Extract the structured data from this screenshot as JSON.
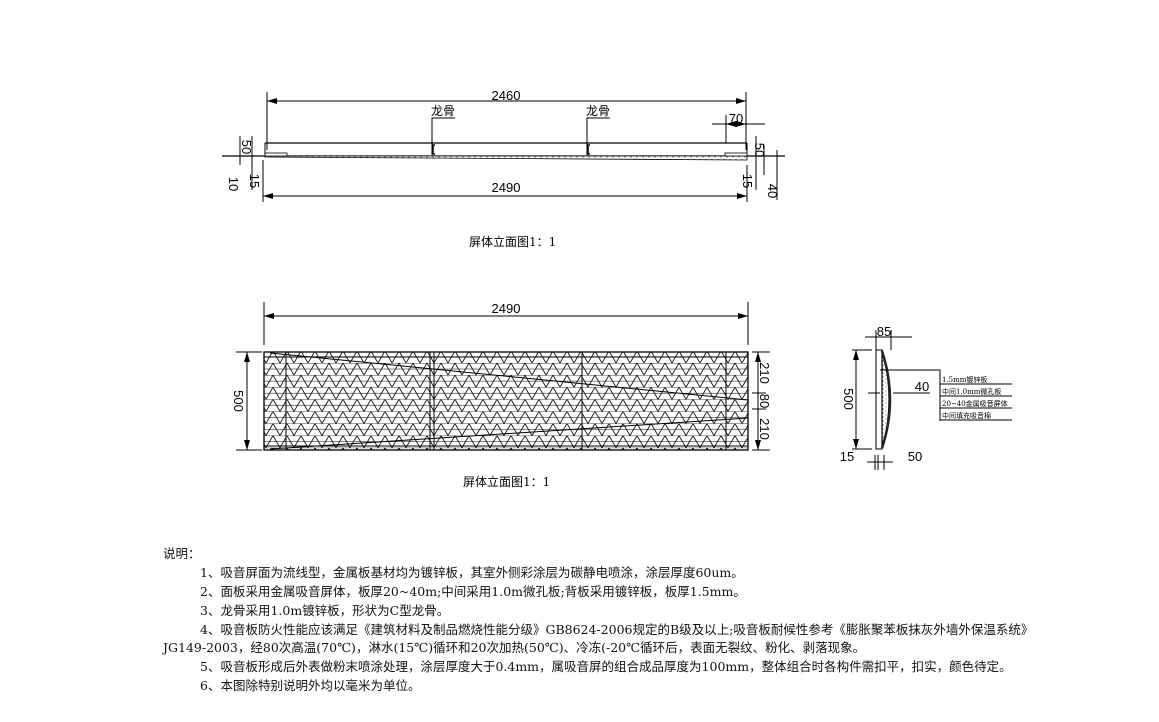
{
  "elevation_top": {
    "dim_top": "2460",
    "dim_bottom": "2490",
    "keel_label_1": "龙骨",
    "keel_label_2": "龙骨",
    "dim_left_50": "50",
    "dim_left_10": "10",
    "dim_left_15": "15",
    "dim_right_70": "70",
    "dim_right_50": "50",
    "dim_right_15": "15",
    "dim_right_40": "40",
    "caption": "屏体立面图1：1"
  },
  "elevation_front": {
    "dim_top": "2490",
    "dim_height": "500",
    "dim_right": [
      "210",
      "80",
      "210"
    ],
    "caption": "屏体立面图1：1"
  },
  "section": {
    "dim_top": "85",
    "dim_height": "500",
    "dim_inner": "40",
    "dim_bottom_left": "15",
    "dim_bottom_right": "50",
    "layers": [
      "1.5mm镀锌板",
      "中间1.0mm微孔板",
      "20~40金属吸音屏体",
      "中间填充吸音棉"
    ]
  },
  "notes": {
    "title": "说明：",
    "items": [
      "1、吸音屏面为流线型，金属板基材均为镀锌板，其室外侧彩涂层为碳静电喷涂，涂层厚度60um。",
      "2、面板采用金属吸音屏体，板厚20~40m;中间采用1.0m微孔板;背板采用镀锌板，板厚1.5mm。",
      "3、龙骨采用1.0m镀锌板，形状为C型龙骨。",
      "4、吸音板防火性能应该满足《建筑材料及制品燃烧性能分级》GB8624-2006规定的B级及以上;吸音板耐候性参考《膨胀聚苯板抹灰外墙外保温系统》",
      "JG149-2003，经80次高温(70℃)，淋水(15℃)循环和20次加热(50℃)、冷冻(-20℃循环后，表面无裂纹、粉化、剥落现象。",
      "5、吸音板形成后外表做粉末喷涂处理，涂层厚度大于0.4mm，属吸音屏的组合成品厚度为100mm，整体组合时各构件需扣平，扣实，颜色待定。",
      "6、本图除特别说明外均以毫米为单位。"
    ]
  }
}
